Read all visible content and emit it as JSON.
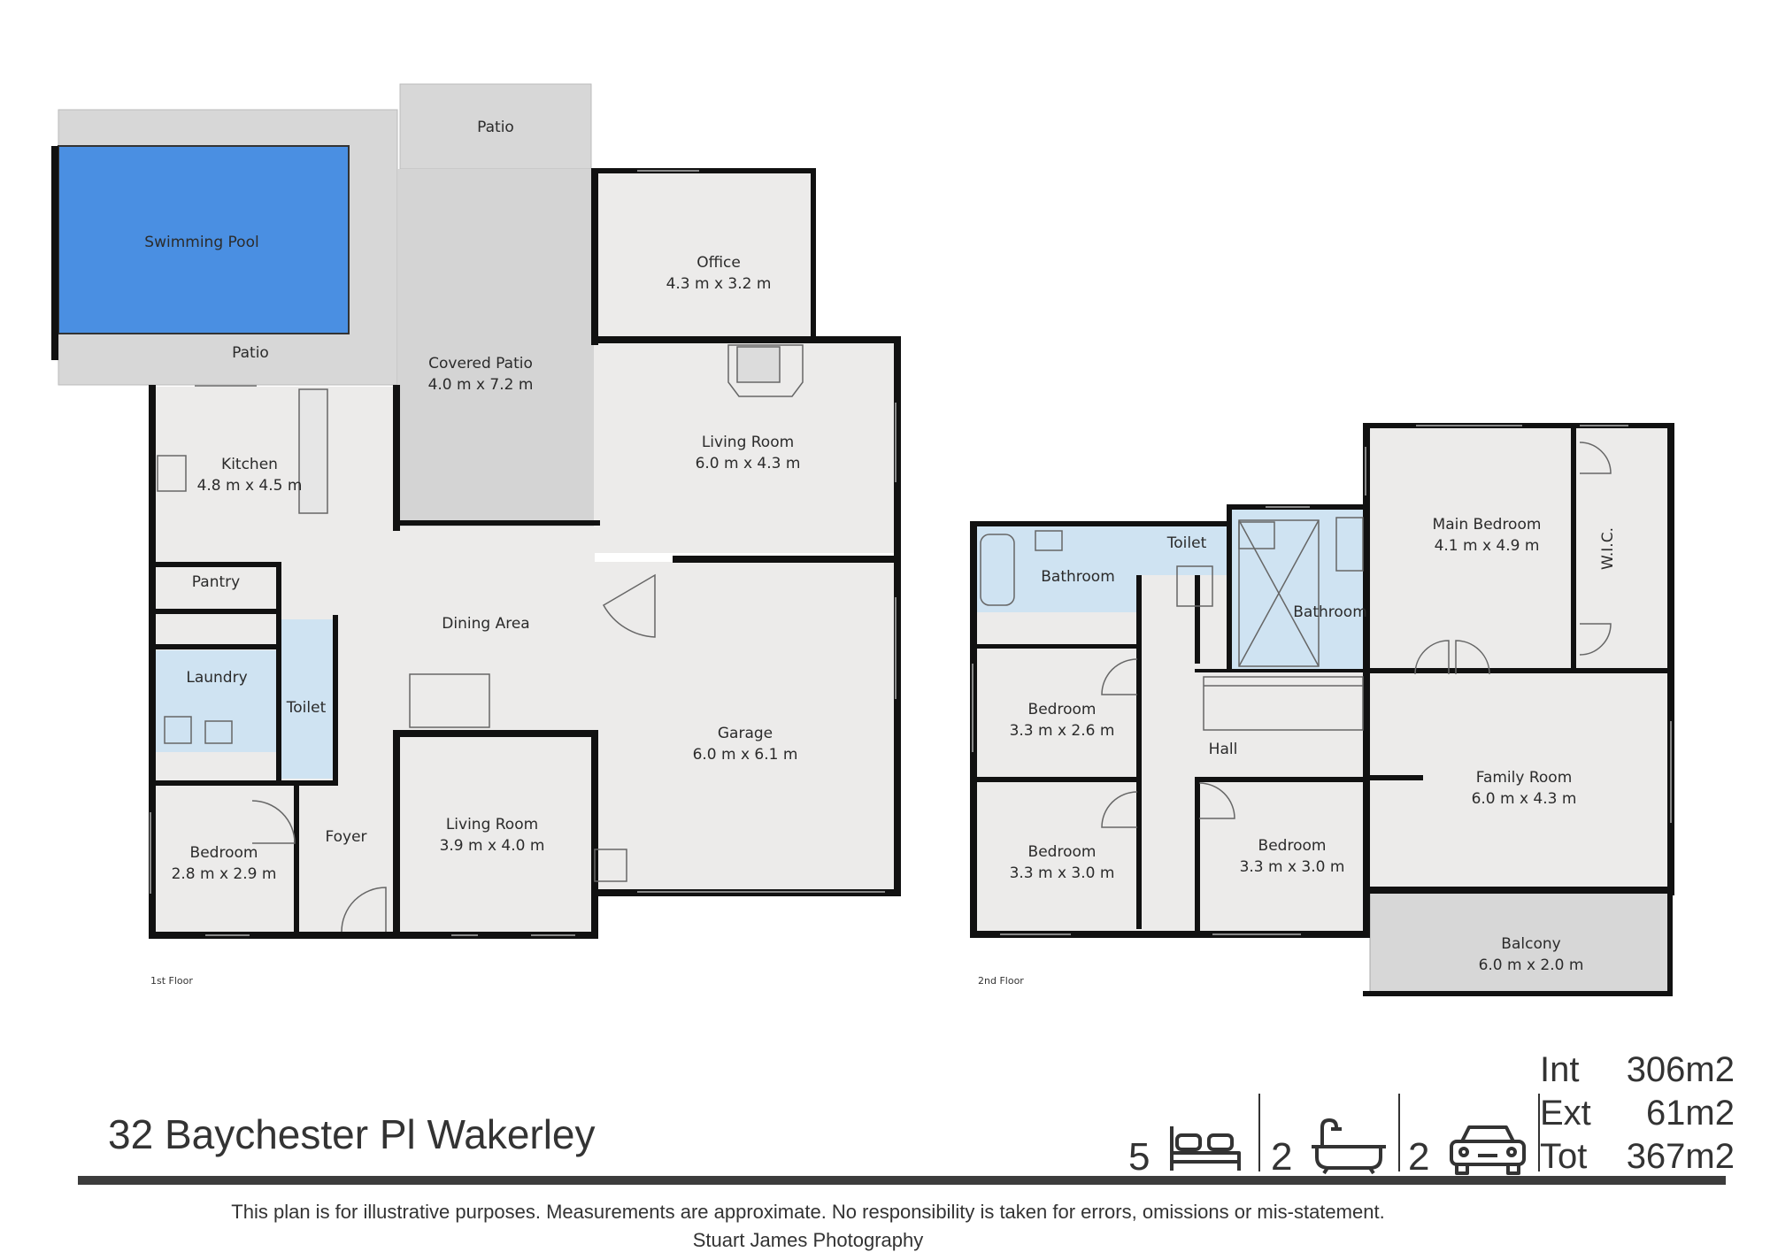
{
  "floor_labels": {
    "first": "1st Floor",
    "second": "2nd Floor"
  },
  "rooms_first": {
    "patio_top": "Patio",
    "swimming_pool": "Swimming Pool",
    "patio_pool": "Patio",
    "covered_patio": {
      "name": "Covered Patio",
      "dims": "4.0 m x 7.2 m"
    },
    "office": {
      "name": "Office",
      "dims": "4.3 m x 3.2 m"
    },
    "kitchen": {
      "name": "Kitchen",
      "dims": "4.8 m x 4.5 m"
    },
    "living_room_1": {
      "name": "Living Room",
      "dims": "6.0 m x 4.3 m"
    },
    "pantry": "Pantry",
    "dining_area": "Dining Area",
    "laundry": "Laundry",
    "toilet": "Toilet",
    "garage": {
      "name": "Garage",
      "dims": "6.0 m x 6.1 m"
    },
    "bedroom": {
      "name": "Bedroom",
      "dims": "2.8 m x 2.9 m"
    },
    "foyer": "Foyer",
    "living_room_2": {
      "name": "Living Room",
      "dims": "3.9 m x 4.0 m"
    }
  },
  "rooms_second": {
    "toilet": "Toilet",
    "bathroom_1": "Bathroom",
    "bathroom_2": "Bathroom",
    "main_bedroom": {
      "name": "Main Bedroom",
      "dims": "4.1 m x 4.9 m"
    },
    "wic": "W.I.C.",
    "bedroom_1": {
      "name": "Bedroom",
      "dims": "3.3 m x 2.6 m"
    },
    "hall": "Hall",
    "family_room": {
      "name": "Family Room",
      "dims": "6.0 m x 4.3 m"
    },
    "bedroom_2": {
      "name": "Bedroom",
      "dims": "3.3 m x 3.0 m"
    },
    "bedroom_3": {
      "name": "Bedroom",
      "dims": "3.3 m x 3.0 m"
    },
    "balcony": {
      "name": "Balcony",
      "dims": "6.0 m x 2.0 m"
    }
  },
  "footer": {
    "address": "32 Baychester Pl Wakerley",
    "bedrooms": "5",
    "bathrooms": "2",
    "car_spaces": "2",
    "areas": [
      {
        "label": "Int",
        "value": "306m2"
      },
      {
        "label": "Ext",
        "value": "61m2"
      },
      {
        "label": "Tot",
        "value": "367m2"
      }
    ],
    "disclaimer": "This plan is for illustrative purposes. Measurements are approximate. No responsibility is taken for errors, omissions or mis-statement.",
    "credit": "Stuart James Photography"
  },
  "icons": [
    "bed-icon",
    "bathtub-icon",
    "car-icon"
  ],
  "colors": {
    "pool": "#4a8fe2",
    "wet_area": "#cfe3f2",
    "floor": "#ecebea",
    "outdoor": "#d7d7d7",
    "wall": "#111111",
    "footer_rule": "#3c3c3c"
  }
}
